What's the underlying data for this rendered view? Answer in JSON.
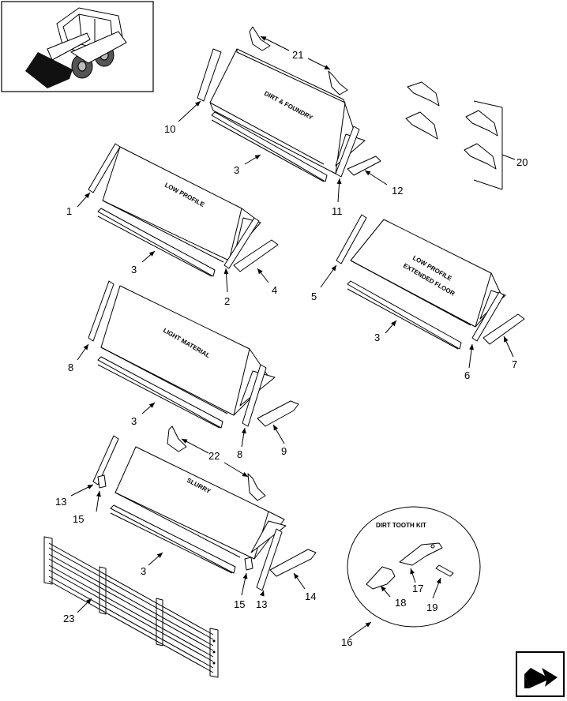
{
  "bucket_labels": {
    "dirt_foundry": "DIRT & FOUNDRY",
    "low_profile": "LOW PROFILE",
    "low_profile_ext_line1": "LOW PROFILE",
    "low_profile_ext_line2": "EXTENDED FLOOR",
    "light_material": "LIGHT MATERIAL",
    "slurry": "SLURRY"
  },
  "kit": {
    "title": "DIRT TOOTH KIT"
  },
  "callouts": {
    "c1": "1",
    "c2": "2",
    "c3a": "3",
    "c3b": "3",
    "c3c": "3",
    "c3d": "3",
    "c3e": "3",
    "c4": "4",
    "c5": "5",
    "c6": "6",
    "c7": "7",
    "c8a": "8",
    "c8b": "8",
    "c9": "9",
    "c10": "10",
    "c11": "11",
    "c12": "12",
    "c13a": "13",
    "c13b": "13",
    "c14": "14",
    "c15a": "15",
    "c15b": "15",
    "c16": "16",
    "c17": "17",
    "c18": "18",
    "c19": "19",
    "c20": "20",
    "c21": "21",
    "c22": "22",
    "c23": "23"
  },
  "icons": {
    "thumbnail": "skid-steer-loader-icon",
    "navigation": "next-page-arrow-icon"
  }
}
